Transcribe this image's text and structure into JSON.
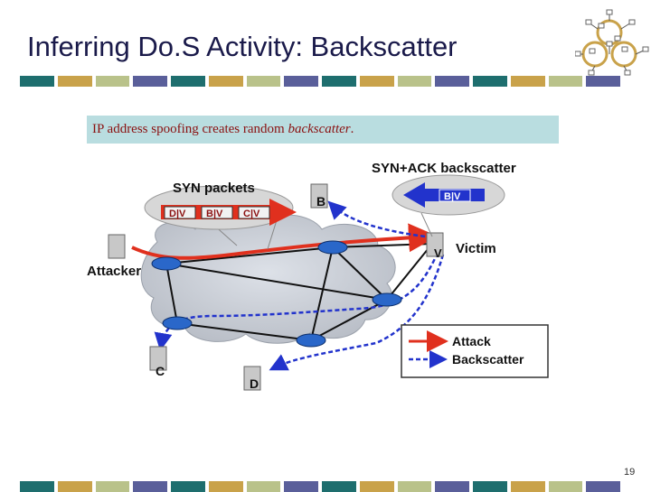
{
  "slide": {
    "title": "Inferring Do.S Activity: Backscatter",
    "page_number": "19"
  },
  "caption": {
    "text_plain": "IP address spoofing creates random ",
    "text_italic": "backscatter",
    "text_end": "."
  },
  "diagram": {
    "syn_label": "SYN packets",
    "synack_label": "SYN+ACK backscatter",
    "syn_packets": [
      "D|V",
      "B|V",
      "C|V"
    ],
    "synack_packet": "B|V",
    "hosts": {
      "attacker": "Attacker",
      "victim": "Victim",
      "victim_letter": "V",
      "b": "B",
      "c": "C",
      "d": "D"
    },
    "legend": {
      "attack": "Attack",
      "backscatter": "Backscatter"
    }
  },
  "colors": {
    "attack": "#e0301e",
    "backscatter": "#2233cc",
    "stripe": [
      "#1e6e6e",
      "#c9a24a",
      "#b9c28a",
      "#5a5f9a"
    ]
  },
  "icons": [
    "network-logo-icon",
    "server-icon",
    "router-icon"
  ]
}
